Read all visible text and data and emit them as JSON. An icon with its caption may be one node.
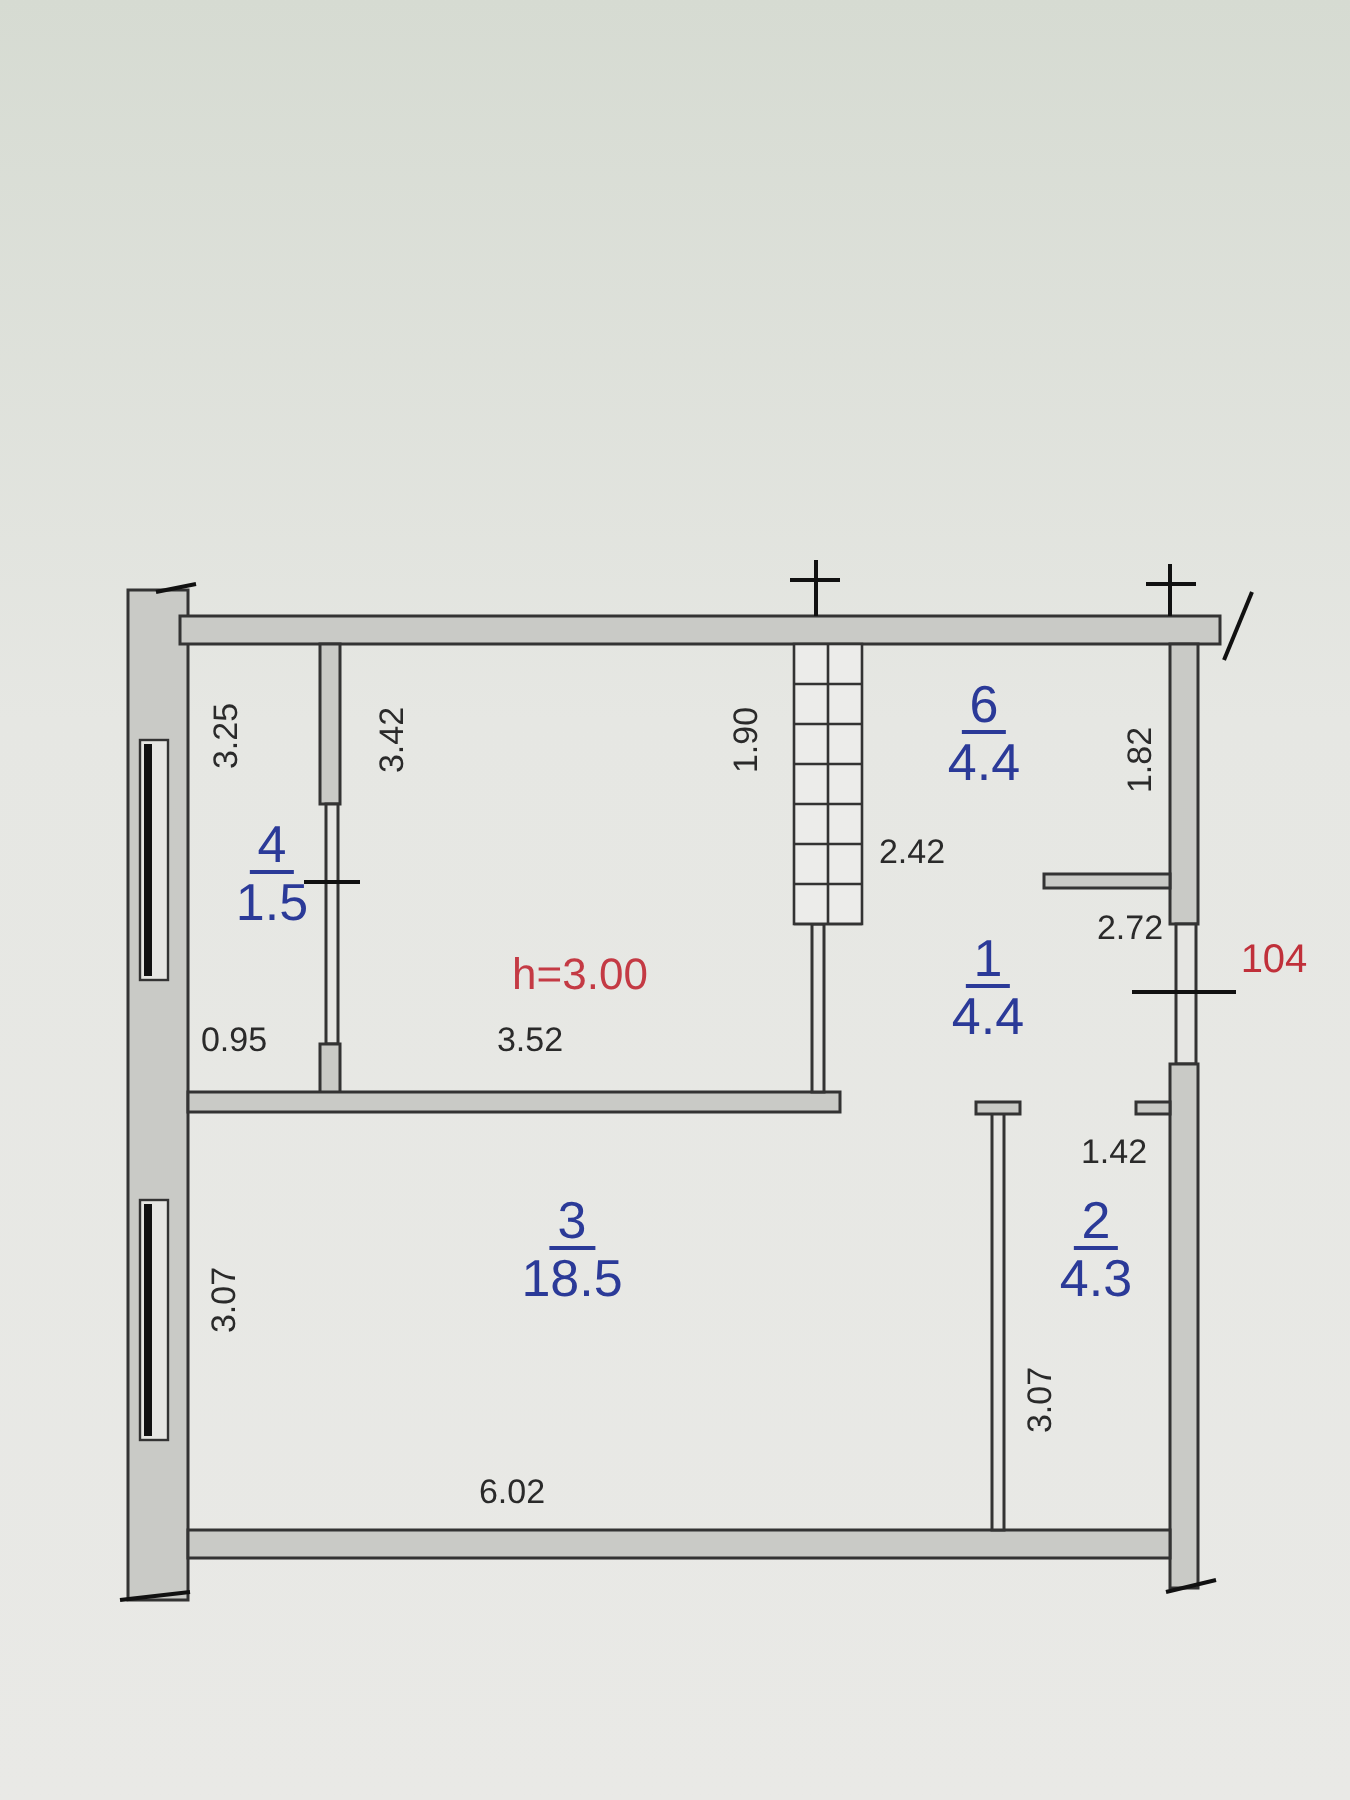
{
  "diagram": {
    "nodes": [
      {
        "text": [
          "4",
          "1.5"
        ]
      },
      {
        "text": [
          "h=3.00"
        ]
      },
      {
        "text": [
          "6",
          "4.4"
        ]
      },
      {
        "text": [
          "1",
          "4.4"
        ]
      },
      {
        "text": [
          "3",
          "18.5"
        ]
      },
      {
        "text": [
          "2",
          "4.3"
        ]
      }
    ],
    "labels": [
      "3.25",
      "3.42",
      "1.90",
      "2.42",
      "1.82",
      "2.72",
      "104",
      "0.95",
      "3.52",
      "1.42",
      "3.07",
      "3.07",
      "6.02"
    ]
  }
}
